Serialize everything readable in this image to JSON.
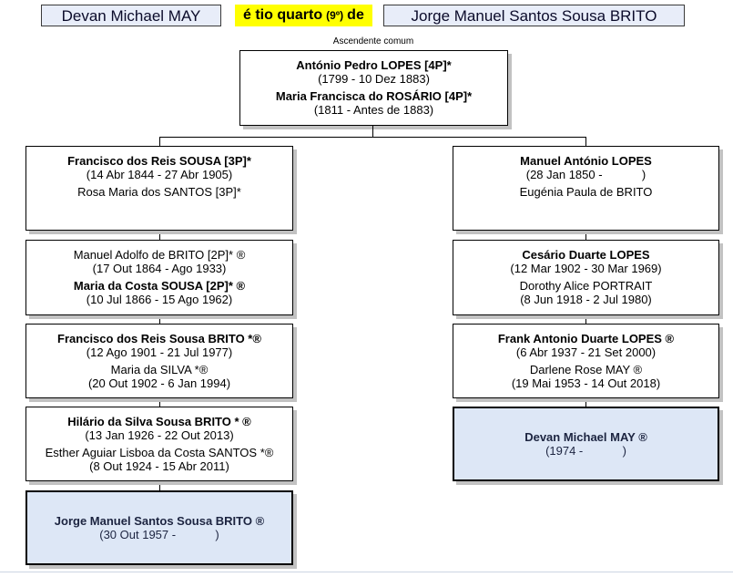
{
  "header": {
    "person_left": "Devan Michael MAY",
    "relationship": "é tio quarto",
    "degree": "(9º)",
    "connector_word": "de",
    "person_right": "Jorge Manuel Santos Sousa BRITO"
  },
  "common_ancestor_label": "Ascendente comum",
  "tree": {
    "root": {
      "l1": "António Pedro LOPES [4P]*",
      "l2": "(1799 - 10 Dez 1883)",
      "l3": "Maria Francisca do ROSÁRIO [4P]*",
      "l4": "(1811 - Antes de 1883)"
    },
    "left": [
      {
        "l1": "Francisco dos Reis SOUSA [3P]*",
        "l2": "(14 Abr 1844 - 27 Abr 1905)",
        "l3": "Rosa Maria dos SANTOS [3P]*"
      },
      {
        "l1": "Manuel Adolfo de BRITO [2P]* ®",
        "l2": "(17 Out 1864 - Ago 1933)",
        "l3": "Maria da Costa SOUSA [2P]* ®",
        "l4": "(10 Jul 1866 - 15 Ago 1962)"
      },
      {
        "l1": "Francisco dos Reis Sousa BRITO *®",
        "l2": "(12 Ago 1901 - 21 Jul 1977)",
        "l3": "Maria da SILVA *®",
        "l4": "(20 Out 1902 - 6 Jan 1994)"
      },
      {
        "l1": "Hilário da Silva Sousa BRITO * ®",
        "l2": "(13 Jan 1926 - 22 Out 2013)",
        "l3": "Esther Aguiar Lisboa da Costa SANTOS *®",
        "l4": "(8 Out 1924 - 15 Abr 2011)"
      },
      {
        "l1": "Jorge Manuel Santos Sousa BRITO ®",
        "l2": "(30 Out 1957 -            )"
      }
    ],
    "right": [
      {
        "l1": "Manuel António LOPES",
        "l2": "(28 Jan 1850 -            )",
        "l3": "Eugénia Paula de BRITO"
      },
      {
        "l1": "Cesário Duarte LOPES",
        "l2": "(12 Mar 1902 - 30 Mar 1969)",
        "l3": "Dorothy Alice PORTRAIT",
        "l4": "(8 Jun 1918 - 2 Jul 1980)"
      },
      {
        "l1": "Frank Antonio Duarte LOPES ®",
        "l2": "(6 Abr 1937 - 21 Set 2000)",
        "l3": "Darlene Rose MAY ®",
        "l4": "(19 Mai 1953 - 14 Out 2018)"
      },
      {
        "l1": "Devan Michael MAY ®",
        "l2": "(1974 -            )"
      }
    ]
  },
  "colors": {
    "highlight_yellow": "#ffff00",
    "highlight_box_fill": "#dde7f6",
    "header_box_fill": "#e8edf9",
    "box_border": "#000000",
    "box_shadow": "#c2c2c2",
    "background": "#ffffff"
  }
}
